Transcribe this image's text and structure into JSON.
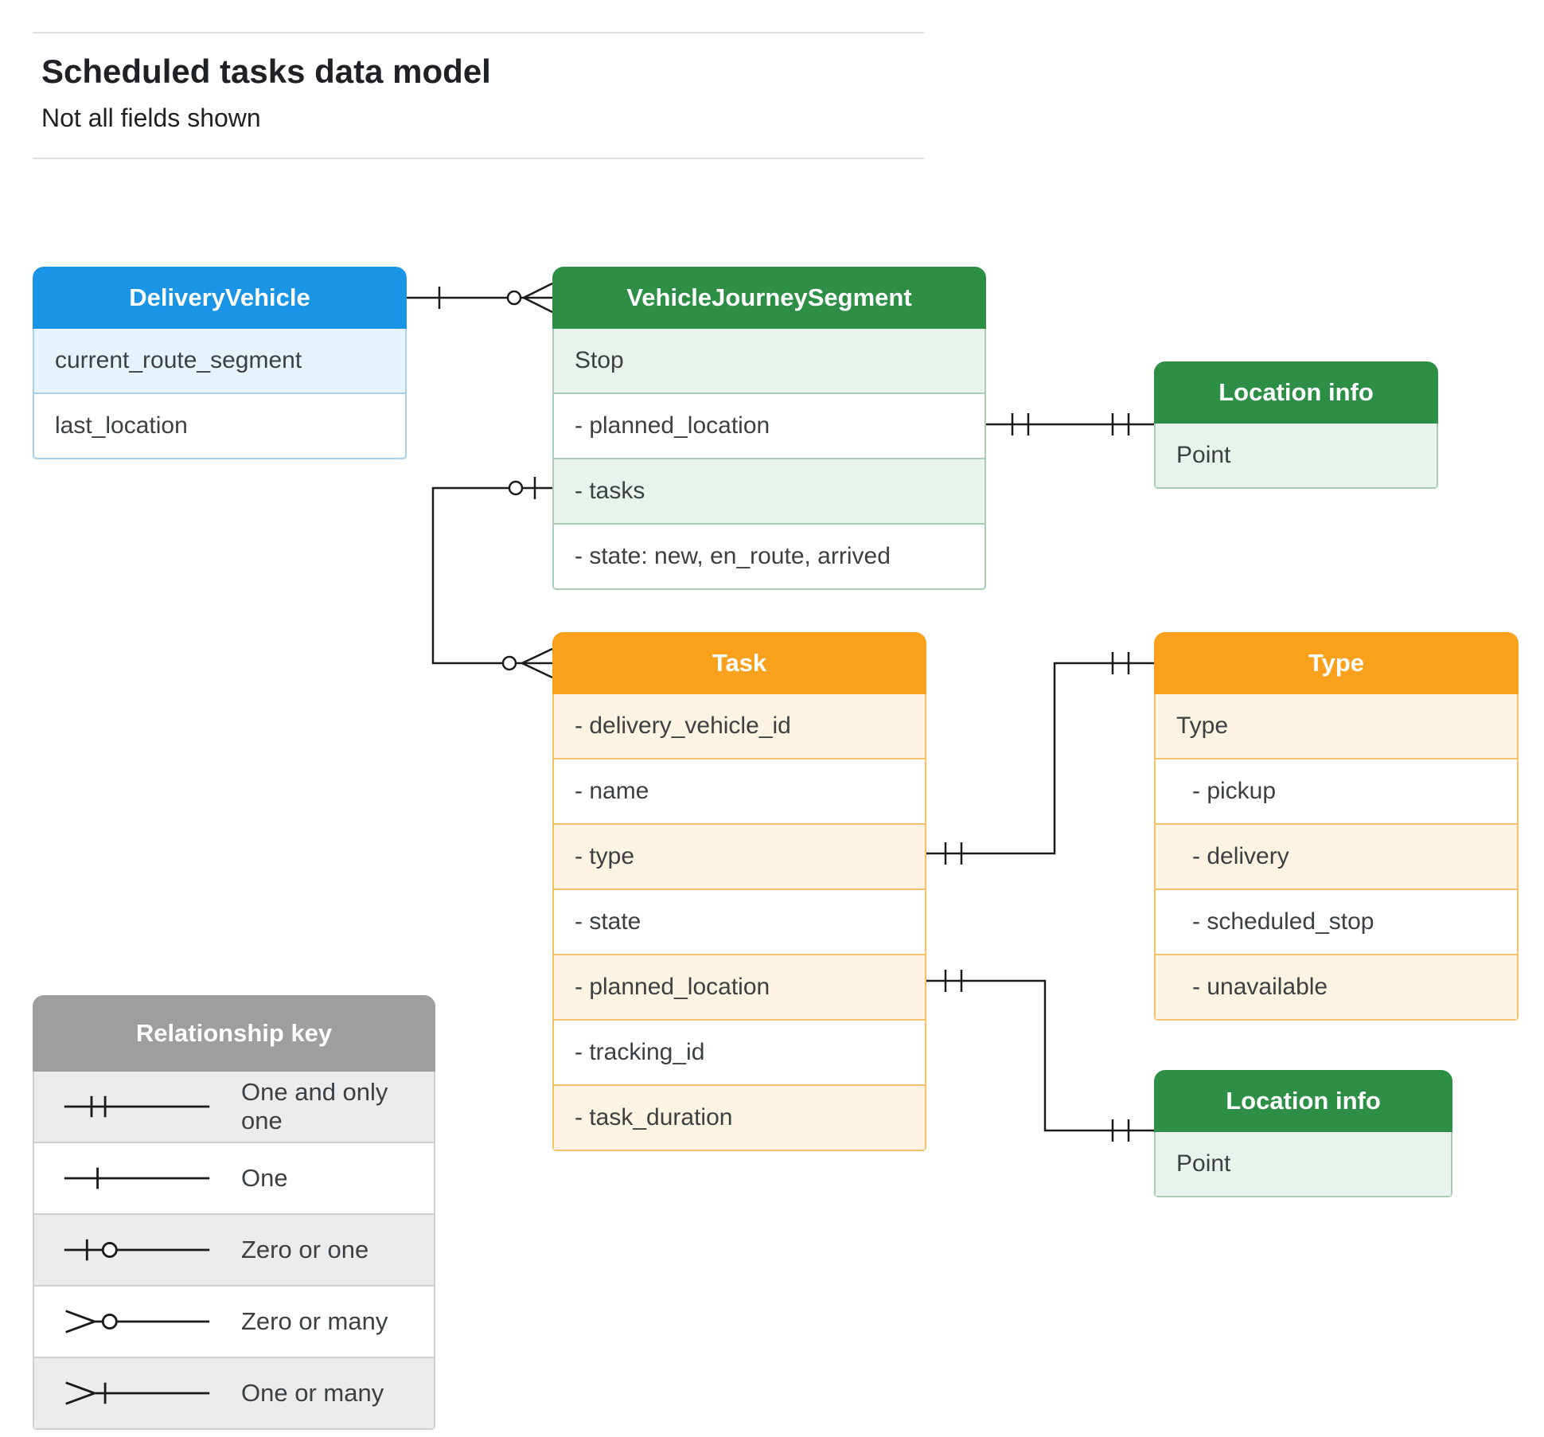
{
  "page": {
    "title": "Scheduled tasks data model",
    "subtitle": "Not all fields shown"
  },
  "colors": {
    "blue_header": "#1a94e4",
    "green_header": "#2d8e46",
    "orange_header": "#f9a11c",
    "gray_header": "#9e9e9e",
    "light_blue_row": "#e6f3fc",
    "light_green_row": "#e9f3eb",
    "light_orange_row": "#fdf3e2",
    "light_gray_row": "#ececec",
    "connector_line": "#1b1b1b"
  },
  "entities": {
    "delivery_vehicle": {
      "title": "DeliveryVehicle",
      "rows": [
        "current_route_segment",
        "last_location"
      ]
    },
    "vehicle_journey_segment": {
      "title": "VehicleJourneySegment",
      "rows": [
        "Stop",
        "- planned_location",
        "- tasks",
        "- state: new, en_route, arrived"
      ]
    },
    "location_info_top": {
      "title": "Location info",
      "rows": [
        "Point"
      ]
    },
    "task": {
      "title": "Task",
      "rows": [
        "- delivery_vehicle_id",
        "- name",
        "- type",
        "- state",
        "- planned_location",
        "- tracking_id",
        "- task_duration"
      ]
    },
    "type": {
      "title": "Type",
      "rows": [
        "Type",
        "- pickup",
        "- delivery",
        "- scheduled_stop",
        "- unavailable"
      ]
    },
    "location_info_bottom": {
      "title": "Location info",
      "rows": [
        "Point"
      ]
    }
  },
  "relationships": [
    {
      "from": "DeliveryVehicle",
      "to": "VehicleJourneySegment",
      "from_cardinality": "one",
      "to_cardinality": "zero-or-many"
    },
    {
      "from": "VehicleJourneySegment.planned_location",
      "to": "Location info",
      "from_cardinality": "one-and-only-one",
      "to_cardinality": "one-and-only-one"
    },
    {
      "from": "VehicleJourneySegment.tasks",
      "to": "Task",
      "from_cardinality": "zero-or-one",
      "to_cardinality": "zero-or-many"
    },
    {
      "from": "Task.type",
      "to": "Type",
      "from_cardinality": "one-and-only-one",
      "to_cardinality": "one-and-only-one"
    },
    {
      "from": "Task.planned_location",
      "to": "Location info",
      "from_cardinality": "one-and-only-one",
      "to_cardinality": "one-and-only-one"
    }
  ],
  "legend": {
    "title": "Relationship key",
    "items": [
      {
        "symbol": "one-and-only-one",
        "label": "One and only one"
      },
      {
        "symbol": "one",
        "label": "One"
      },
      {
        "symbol": "zero-or-one",
        "label": "Zero or one"
      },
      {
        "symbol": "zero-or-many",
        "label": "Zero or many"
      },
      {
        "symbol": "one-or-many",
        "label": "One or many"
      }
    ]
  }
}
